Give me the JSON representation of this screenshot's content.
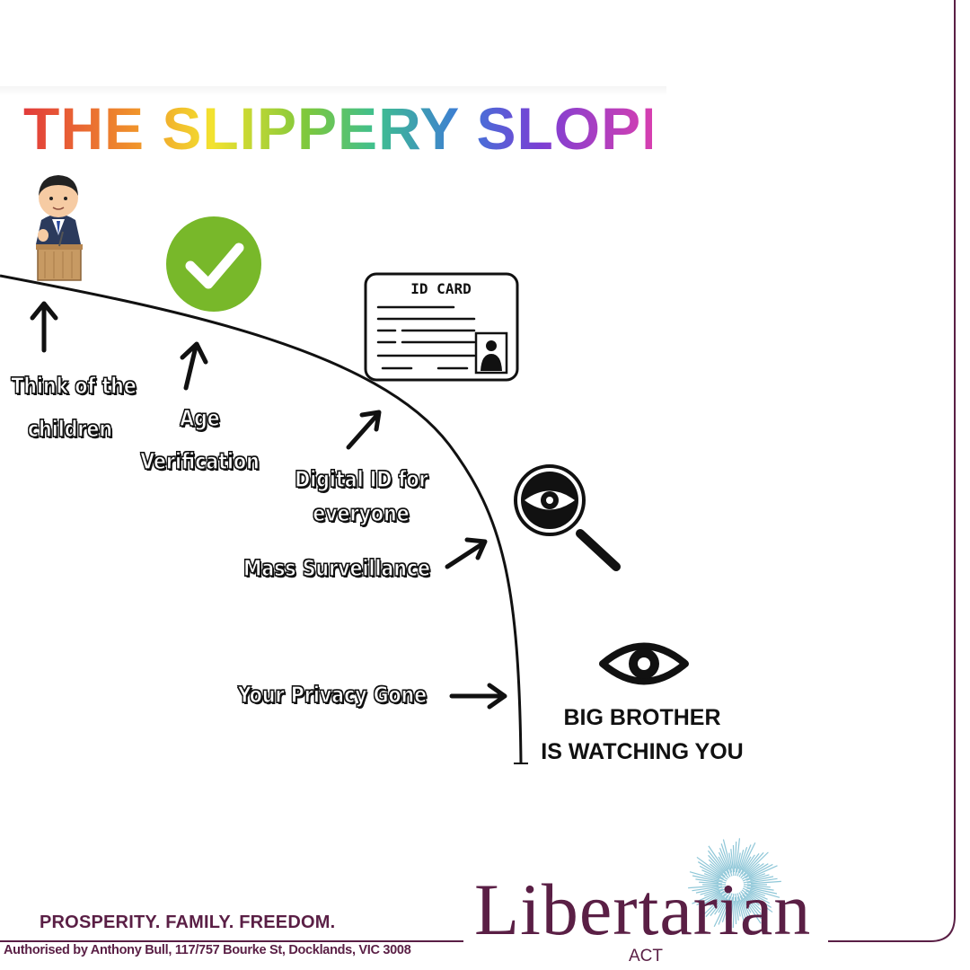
{
  "title": "THE SLIPPERY SLOPE",
  "steps": [
    {
      "label_lines": [
        "Think of the",
        "children"
      ]
    },
    {
      "label_lines": [
        "Age",
        "Verification"
      ]
    },
    {
      "label_lines": [
        "Digital ID for",
        "everyone"
      ]
    },
    {
      "label_lines": [
        "Mass Surveillance"
      ]
    },
    {
      "label_lines": [
        "Your Privacy Gone"
      ]
    }
  ],
  "id_card": {
    "text": "ID CARD"
  },
  "big_brother": {
    "line1": "BIG BROTHER",
    "line2": "IS WATCHING YOU"
  },
  "footer": {
    "slogan": "PROSPERITY. FAMILY. FREEDOM.",
    "authorisation": "Authorised by Anthony Bull, 117/757 Bourke St, Docklands, VIC 3008",
    "brand": "Libertarian",
    "brand_sub": "ACT"
  },
  "colors": {
    "brand": "#5a1f45",
    "check_green": "#78b82a",
    "ink": "#111111"
  },
  "icons": [
    "politician-icon",
    "checkmark-icon",
    "id-card-icon",
    "magnifier-eye-icon",
    "eye-icon",
    "sunburst-logo-icon"
  ]
}
